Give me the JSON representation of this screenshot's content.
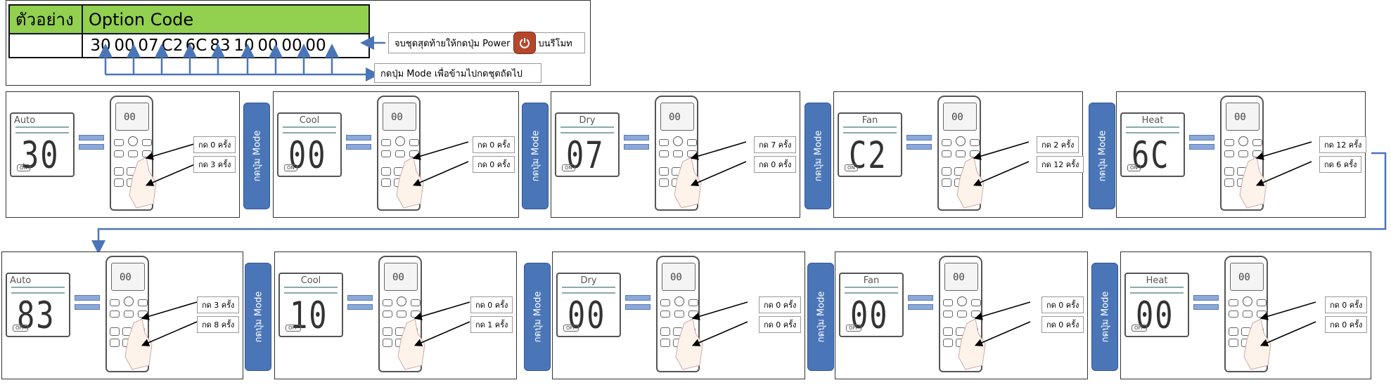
{
  "example": {
    "header_label": "ตัวอย่าง",
    "header_title": "Option Code",
    "codes": [
      "30",
      "00",
      "07",
      "C2",
      "6C",
      "83",
      "10",
      "00",
      "00",
      "00"
    ],
    "end_callout": {
      "text_before": "จบชุดสุดท้ายให้กดปุ่ม Power",
      "text_after": "บนรีโมท",
      "icon": "power-icon"
    },
    "mode_callout": "กดปุ่ม Mode เพื่อข้ามไปกดชุดถัดไป"
  },
  "mode_button_label": "กดปุ่ม Mode",
  "row1": [
    {
      "mode": "Auto",
      "display": "30",
      "pill": "ON",
      "remote_display": "00",
      "press_top": "กด 0 ครั้ง",
      "press_bottom": "กด 3 ครั้ง"
    },
    {
      "mode": "Cool",
      "display": "00",
      "pill": "ON",
      "remote_display": "00",
      "press_top": "กด 0 ครั้ง",
      "press_bottom": "กด 0 ครั้ง"
    },
    {
      "mode": "Dry",
      "display": "07",
      "pill": "ON",
      "remote_display": "00",
      "press_top": "กด 7 ครั้ง",
      "press_bottom": "กด 0 ครั้ง"
    },
    {
      "mode": "Fan",
      "display": "C2",
      "pill": "ON",
      "remote_display": "00",
      "press_top": "กด 2 ครั้ง",
      "press_bottom": "กด 12 ครั้ง"
    },
    {
      "mode": "Heat",
      "display": "6C",
      "pill": "ON",
      "remote_display": "00",
      "press_top": "กด 12 ครั้ง",
      "press_bottom": "กด 6 ครั้ง"
    }
  ],
  "row2": [
    {
      "mode": "Auto",
      "display": "83",
      "pill": "OFF",
      "remote_display": "00",
      "press_top": "กด 3 ครั้ง",
      "press_bottom": "กด 8 ครั้ง"
    },
    {
      "mode": "Cool",
      "display": "10",
      "pill": "OFF",
      "remote_display": "00",
      "press_top": "กด 0 ครั้ง",
      "press_bottom": "กด 1 ครั้ง"
    },
    {
      "mode": "Dry",
      "display": "00",
      "pill": "OFF",
      "remote_display": "00",
      "press_top": "กด 0 ครั้ง",
      "press_bottom": "กด 0 ครั้ง"
    },
    {
      "mode": "Fan",
      "display": "00",
      "pill": "OFF",
      "remote_display": "00",
      "press_top": "กด 0 ครั้ง",
      "press_bottom": "กด 0 ครั้ง"
    },
    {
      "mode": "Heat",
      "display": "00",
      "pill": "OFF",
      "remote_display": "00",
      "press_top": "กด 0 ครั้ง",
      "press_bottom": "กด 0 ครั้ง"
    }
  ],
  "colors": {
    "arrow": "#4a76b8",
    "header_bg": "#92d050",
    "mode_button": "#4a76b8",
    "power_button": "#b5472b"
  }
}
